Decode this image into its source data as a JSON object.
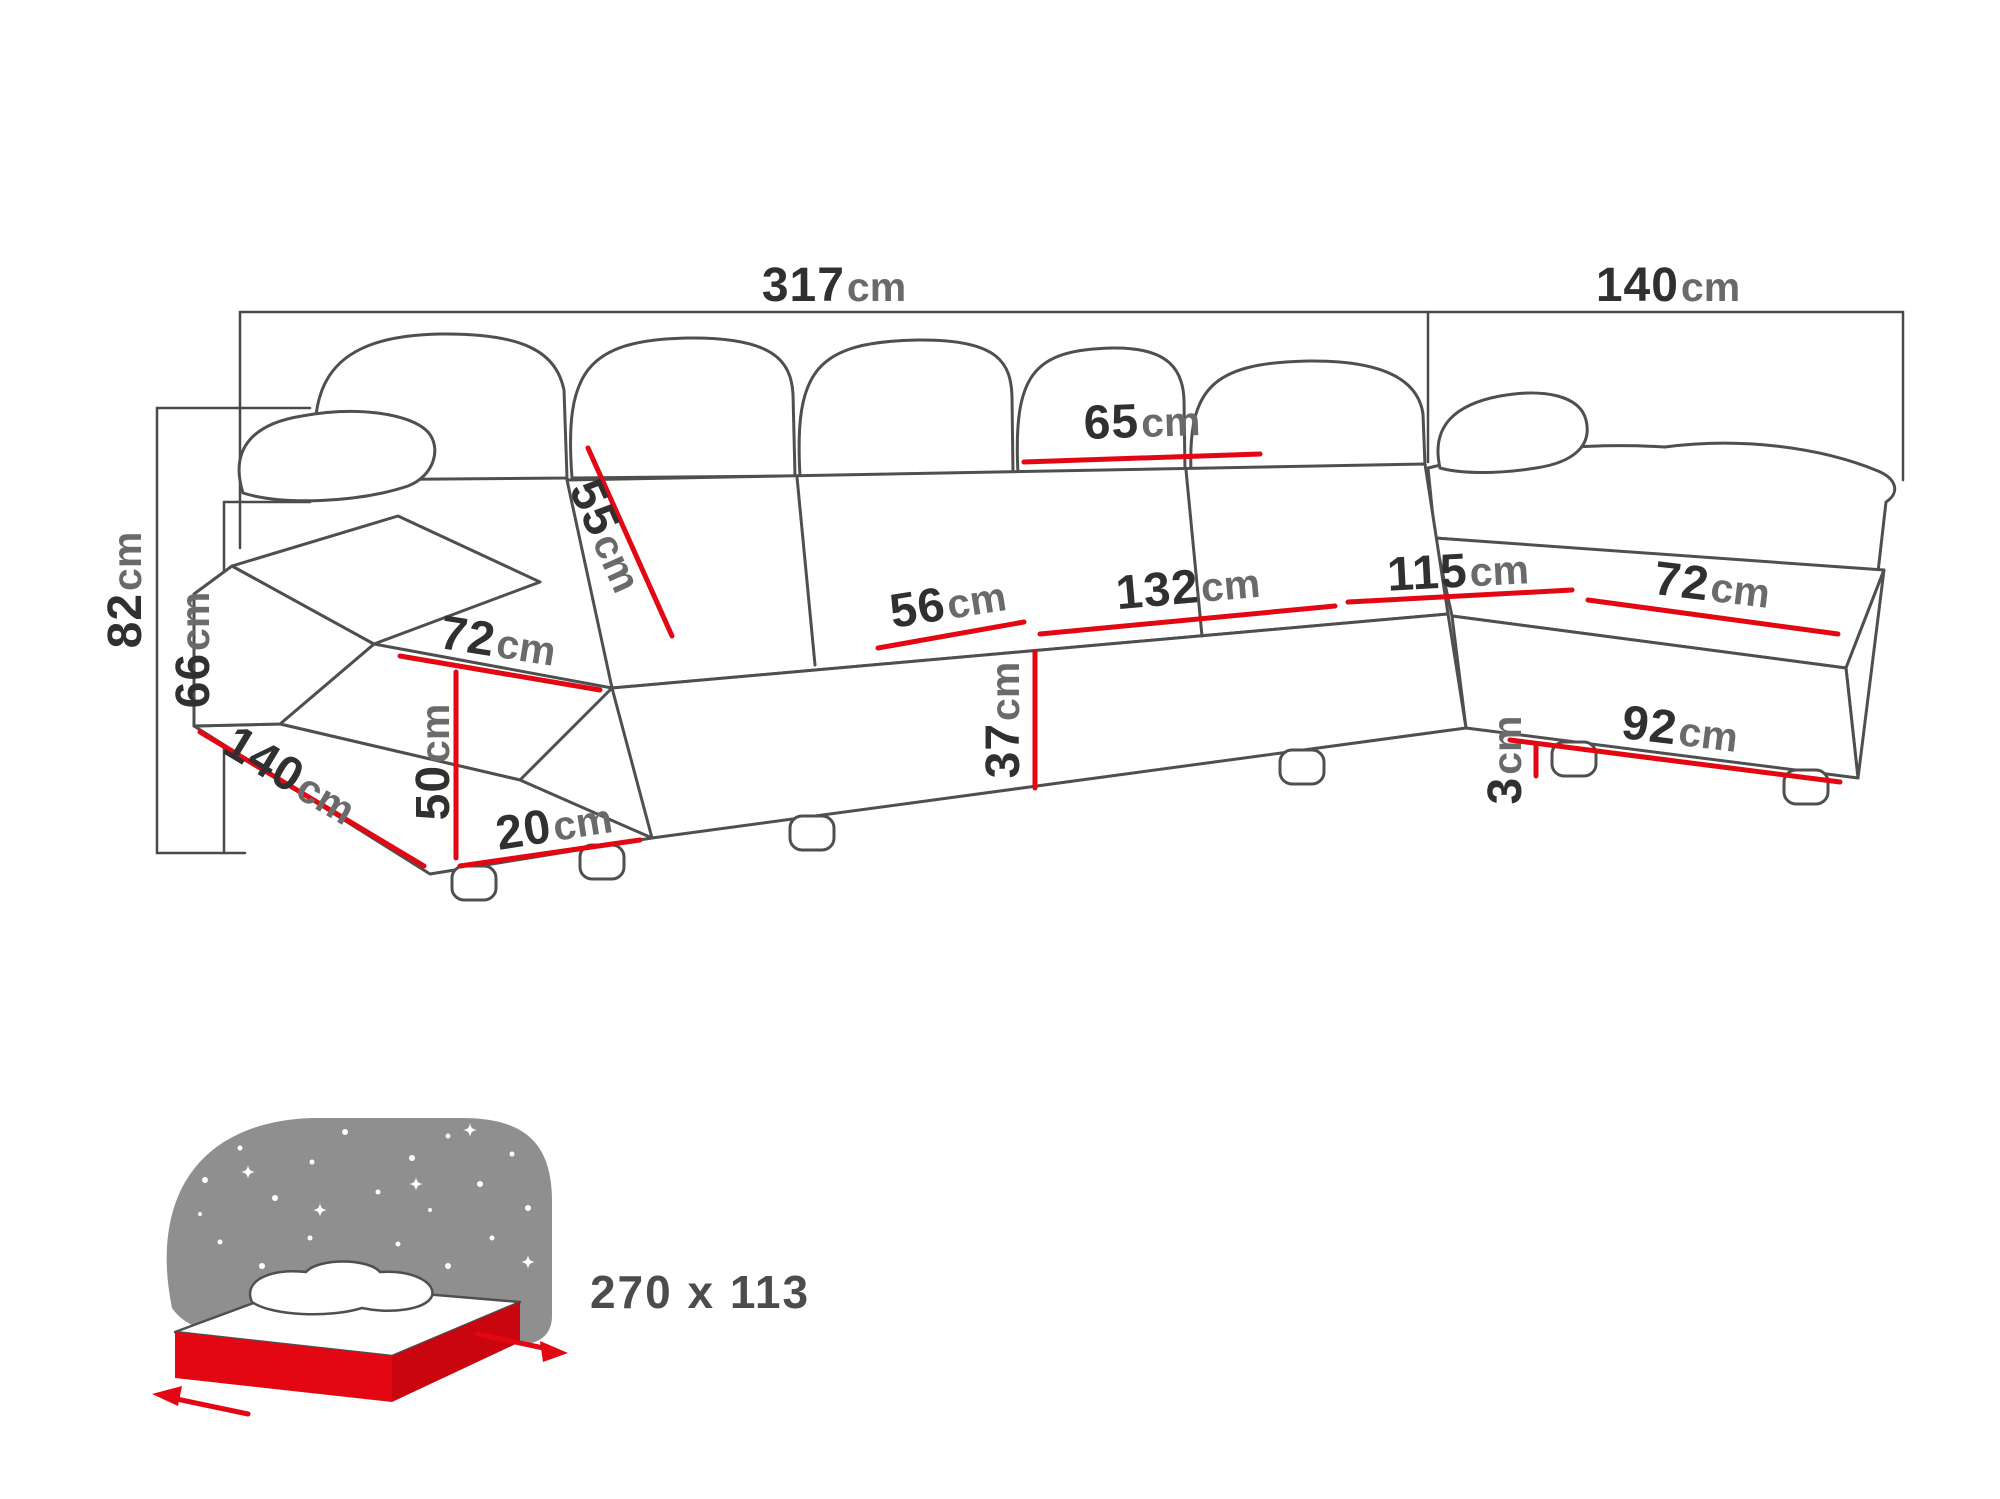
{
  "dimensions": {
    "total_width": {
      "value": "317",
      "unit": "cm"
    },
    "right_chaise_depth": {
      "value": "140",
      "unit": "cm"
    },
    "total_height": {
      "value": "82",
      "unit": "cm"
    },
    "backrest_height": {
      "value": "66",
      "unit": "cm"
    },
    "back_cushion_height": {
      "value": "55",
      "unit": "cm"
    },
    "back_cushion_width": {
      "value": "65",
      "unit": "cm"
    },
    "seat_depth": {
      "value": "56",
      "unit": "cm"
    },
    "center_seat_width": {
      "value": "132",
      "unit": "cm"
    },
    "right_seat_width": {
      "value": "115",
      "unit": "cm"
    },
    "right_chaise_seat_width": {
      "value": "72",
      "unit": "cm"
    },
    "left_chaise_seat_width": {
      "value": "72",
      "unit": "cm"
    },
    "left_chaise_depth": {
      "value": "140",
      "unit": "cm"
    },
    "armrest_height": {
      "value": "50",
      "unit": "cm"
    },
    "base_height": {
      "value": "20",
      "unit": "cm"
    },
    "seat_height": {
      "value": "37",
      "unit": "cm"
    },
    "right_chaise_length": {
      "value": "92",
      "unit": "cm"
    },
    "leg_height": {
      "value": "3",
      "unit": "cm"
    }
  },
  "sleeping_function": {
    "bed_size": "270 x 113"
  },
  "colors": {
    "dimension_red": "#e30613",
    "outline_gray": "#4f4f4f",
    "text_dark": "#333333"
  }
}
